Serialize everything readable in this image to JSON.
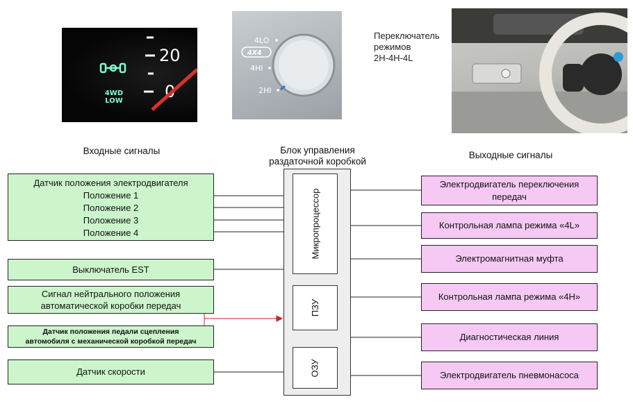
{
  "panels": {
    "dash": {
      "speed_top": "20",
      "speed_bottom": "0",
      "indicator": "4WD\nLOW"
    },
    "knob": {
      "positions": [
        "4LO",
        "4X4",
        "4HI",
        "2HI"
      ]
    },
    "interior": {
      "caption": [
        "Переключатель",
        "режимов",
        "2H-4H-4L"
      ]
    }
  },
  "headers": {
    "inputs": "Входные сигналы",
    "control_unit": [
      "Блок управления",
      "раздаточной коробкой"
    ],
    "outputs": "Выходные сигналы"
  },
  "inputs": {
    "motor_sensor": {
      "title": "Датчик положения электродвигателя",
      "positions": [
        "Положение 1",
        "Положение 2",
        "Положение 3",
        "Положение 4"
      ]
    },
    "est_switch": "Выключатель EST",
    "neutral_signal": [
      "Сигнал нейтрального положения",
      "автоматической коробки передач"
    ],
    "clutch_sensor": [
      "Датчик положения педали сцепления",
      "автомобиля с механической коробкой передач"
    ],
    "speed_sensor": "Датчик скорости"
  },
  "control_unit": {
    "blocks": [
      "Микропроцессор",
      "ПЗУ",
      "ОЗУ"
    ]
  },
  "outputs": [
    "Электродвигатель переключения передач",
    "Контрольная лампа режима «4L»",
    "Электромагнитная муфта",
    "Контрольная лампа режима «4H»",
    "Диагностическая линия",
    "Электродвигатель пневмонасоса"
  ],
  "colors": {
    "input_box": "#ccf5cc",
    "output_box": "#f6c9f4",
    "arrow": "#cc2222"
  }
}
